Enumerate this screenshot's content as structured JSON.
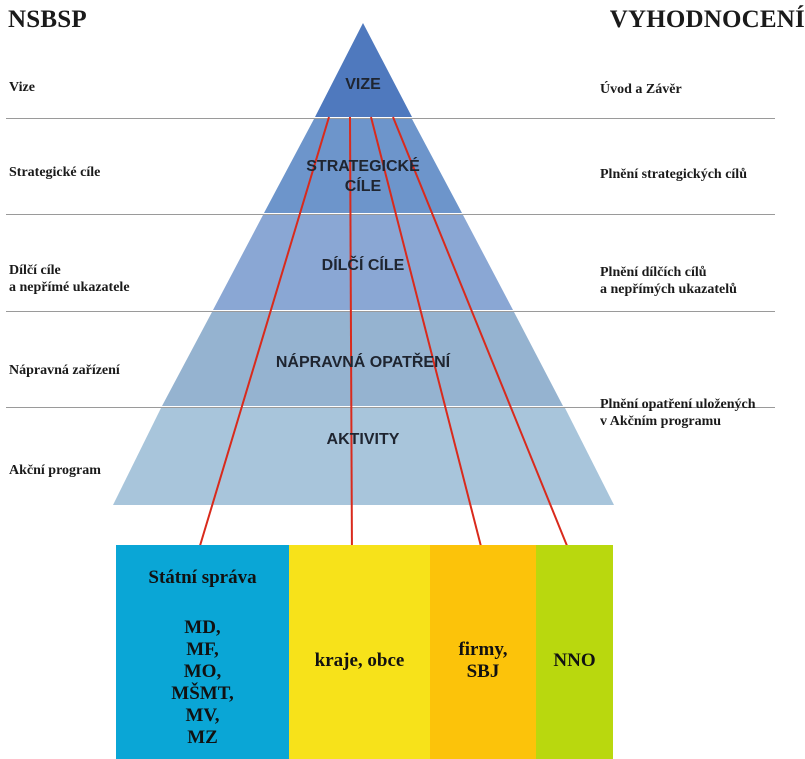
{
  "header": {
    "left": "NSBSP",
    "right": "VYHODNOCENÍ"
  },
  "left_labels": {
    "vize": "Vize",
    "strategicke": "Strategické cíle",
    "dilci_1": "Dílčí cíle",
    "dilci_2": "a nepřímé ukazatele",
    "napravna": "Nápravná zařízení",
    "akcni": "Akční program"
  },
  "right_labels": {
    "uvod": "Úvod a Závěr",
    "plneni_strat": "Plnění strategických cílů",
    "plneni_dilci_1": "Plnění dílčích cílů",
    "plneni_dilci_2": "a nepřímých ukazatelů",
    "plneni_opatr_1": "Plnění opatření uložených",
    "plneni_opatr_2": "v Akčním programu"
  },
  "pyramid": {
    "vize": "VIZE",
    "strategicke_1": "STRATEGICKÉ",
    "strategicke_2": "CÍLE",
    "dilci": "DÍLČÍ CÍLE",
    "napravna": "NÁPRAVNÁ OPATŘENÍ",
    "aktivity": "AKTIVITY",
    "colors": [
      "#4f79be",
      "#6d95cb",
      "#8aa7d4",
      "#95b3d0",
      "#a8c5db"
    ]
  },
  "boxes": {
    "statni_title": "Státní správa",
    "statni_list": [
      "MD,",
      "MF,",
      "MO,",
      "MŠMT,",
      "MV,",
      "MZ"
    ],
    "kraje": "kraje, obce",
    "firmy_1": "firmy,",
    "firmy_2": "SBJ",
    "nno": "NNO"
  },
  "arrow_color": "#d92a1c"
}
